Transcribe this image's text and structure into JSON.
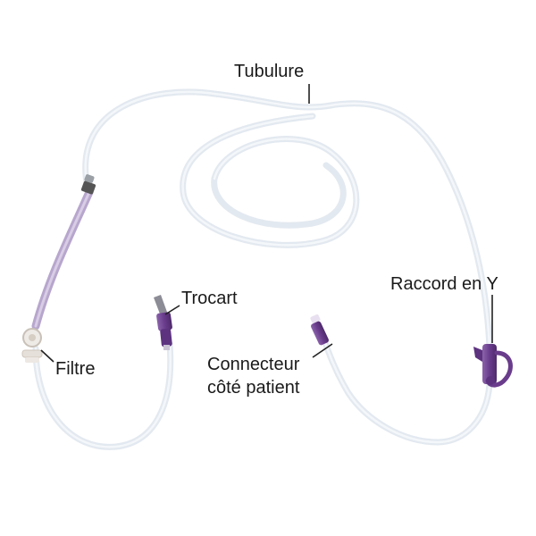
{
  "labels": {
    "tubing": "Tubulure",
    "trocar": "Trocart",
    "filter": "Filtre",
    "y_connector": "Raccord en Y",
    "patient_connector_line1": "Connecteur",
    "patient_connector_line2": "côté patient"
  },
  "colors": {
    "tube": "#dfe6ee",
    "purple_tube": "#b7a6cd",
    "connector_purple": "#6a3c8c",
    "filter_gray": "#d9d4d0",
    "leader": "#222222"
  }
}
